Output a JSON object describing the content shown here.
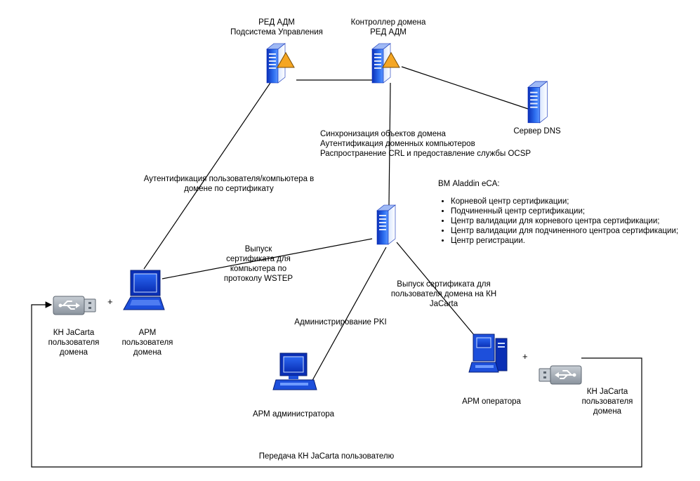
{
  "nodes": {
    "red_adm_mgmt": [
      "РЕД АДМ",
      "Подсистема Управления"
    ],
    "domain_controller": [
      "Контроллер домена",
      "РЕД АДМ"
    ],
    "dns_server": "Сервер DNS",
    "ca_server": "",
    "arm_user": [
      "АРМ",
      "пользователя",
      "домена"
    ],
    "token_user": [
      "КН JaCarta",
      "пользователя",
      "домена"
    ],
    "arm_admin": "АРМ администратора",
    "arm_operator": "АРМ оператора",
    "token_operator": [
      "КН JaCarta",
      "пользователя",
      "домена"
    ]
  },
  "edges": {
    "sync": [
      "Синхронизация объектов домена",
      "Аутентификация доменных компьютеров",
      "Распространение CRL и предоставление службы OCSP"
    ],
    "auth_cert": [
      "Аутентификация пользователя/компьютера в",
      "домене по сертификату"
    ],
    "wstep": [
      "Выпуск",
      "сертификата для",
      "компьютера по",
      "протоколу WSTEP"
    ],
    "issue_user": [
      "Выпуск сертификата для",
      "пользователя домена на КН",
      "JaCarta"
    ],
    "pki_admin": "Администрирование PKI",
    "transfer": "Передача КН JaCarta пользователю"
  },
  "plus": [
    "+",
    "+"
  ],
  "vm_info": {
    "title": "ВМ Aladdin eCA:",
    "items": [
      "Корневой центр сертификации;",
      "Подчиненный центр сертификации;",
      "Центр валидации для корневого центра сертификации;",
      "Центр валидации для подчиненного центроа сертификации;",
      "Центр регистрации."
    ]
  },
  "colors": {
    "server_blue": "#1a4fd6",
    "server_light": "#e8f0ff",
    "warning_orange": "#f5a623",
    "token_gray": "#9aa3ad",
    "line": "#000000"
  }
}
